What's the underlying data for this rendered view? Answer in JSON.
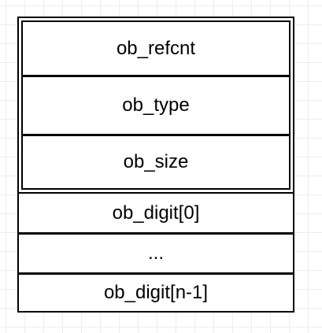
{
  "fields": {
    "ob_refcnt": "ob_refcnt",
    "ob_type": "ob_type",
    "ob_size": "ob_size",
    "digit_first": "ob_digit[0]",
    "ellipsis": "...",
    "digit_last": "ob_digit[n-1]"
  }
}
